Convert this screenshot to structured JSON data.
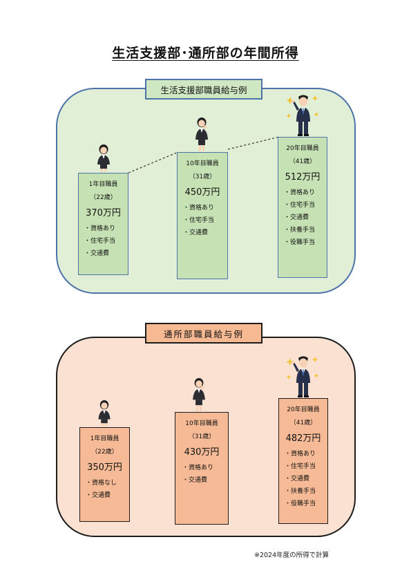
{
  "title": "生活支援部･通所部の年間所得",
  "sections": [
    {
      "label": "生活支援部職員給与例",
      "cards": [
        {
          "years": "1年目職員",
          "age": "（22歳）",
          "salary": "370万円",
          "items": [
            "・資格あり",
            "・住宅手当",
            "・交通費"
          ]
        },
        {
          "years": "10年目職員",
          "age": "（31歳）",
          "salary": "450万円",
          "items": [
            "・資格あり",
            "・住宅手当",
            "・交通費"
          ]
        },
        {
          "years": "20年目職員",
          "age": "（41歳）",
          "salary": "512万円",
          "items": [
            "・資格あり",
            "・住宅手当",
            "・交通費",
            "・扶養手当",
            "・役職手当"
          ]
        }
      ]
    },
    {
      "label": "通所部職員給与例",
      "cards": [
        {
          "years": "1年目職員",
          "age": "（22歳）",
          "salary": "350万円",
          "items": [
            "・資格なし",
            "・交通費"
          ]
        },
        {
          "years": "10年目職員",
          "age": "（31歳）",
          "salary": "430万円",
          "items": [
            "・資格あり",
            "・交通費"
          ]
        },
        {
          "years": "20年目職員",
          "age": "（41歳）",
          "salary": "482万円",
          "items": [
            "・資格あり",
            "・住宅手当",
            "・交通費",
            "・扶養手当",
            "・役職手当"
          ]
        }
      ]
    }
  ],
  "footnote": "※2024年度の所得で計算",
  "colors": {
    "panel1_bg": "#e0efd6",
    "panel1_border": "#4c73a8",
    "panel2_bg": "#fbe1d2",
    "panel2_border": "#1c1c1c",
    "card_green": "#c6e2b4",
    "card_orange": "#f6bb96"
  },
  "icons": [
    "woman-employee-icon",
    "woman-thinking-icon",
    "man-pointing-up-icon",
    "sparkle-icon"
  ]
}
